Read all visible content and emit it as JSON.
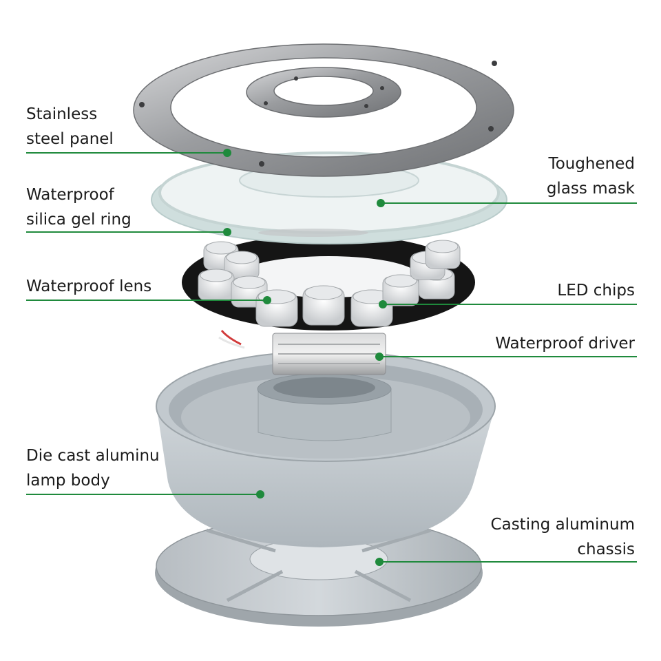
{
  "diagram": {
    "labels": {
      "stainless_steel_panel": [
        "Stainless",
        "steel panel"
      ],
      "toughened_glass_mask": [
        "Toughened",
        "glass mask"
      ],
      "waterproof_silica_gel_ring": [
        "Waterproof",
        "silica gel ring"
      ],
      "waterproof_lens": [
        "Waterproof lens"
      ],
      "led_chips": [
        "LED chips"
      ],
      "waterproof_driver": [
        "Waterproof driver"
      ],
      "die_cast_aluminum_lamp_body": [
        "Die cast aluminu",
        "lamp body"
      ],
      "casting_aluminum_chassis": [
        "Casting aluminum",
        "chassis"
      ]
    },
    "colors": {
      "leader_line": "#1f8a3c",
      "text": "#1c1c1c",
      "steel": "#a9abae",
      "aluminum": "#c4cbd0",
      "glass": "#dfe9e8",
      "pcb": "#151515"
    }
  }
}
